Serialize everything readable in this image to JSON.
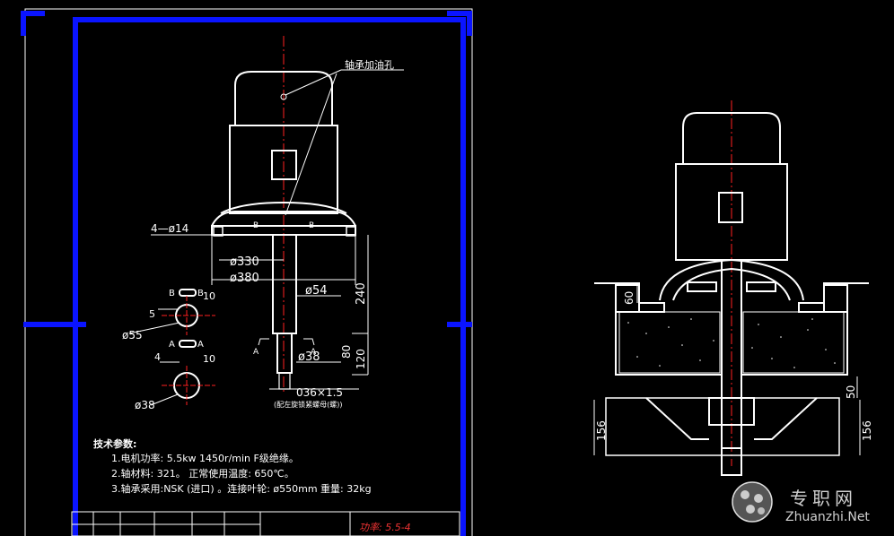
{
  "drawing": {
    "annotations": {
      "oil_hole": "轴承加油孔",
      "bolt_holes": "4—ø14",
      "d330": "ø330",
      "d380": "ø380",
      "d54": "ø54",
      "d38_shaft": "ø38",
      "thread": "036×1.5",
      "thread_note": "(配左旋锁紧螺母(螺))",
      "len_240": "240",
      "len_80": "80",
      "len_120": "120",
      "dim_10": "10",
      "dim_5": "5",
      "dim_4": "4",
      "d55": "ø55",
      "d38_section": "ø38",
      "sec_b": "B",
      "sec_a": "A",
      "arrow_a": "A",
      "flange_b": "B"
    },
    "side_view": {
      "dim_60": "60",
      "dim_50": "50",
      "dim_156_left": "156",
      "dim_156_right": "156"
    },
    "tech_params": {
      "title": "技术参数:",
      "line1": "1.电机功率: 5.5kw   1450r/min  F级绝缘。",
      "line2": "2.轴材料: 321。  正常使用温度: 650℃。",
      "line3": "3.轴承采用:NSK (进口) 。连接叶轮: ø550mm  重量: 32kg"
    },
    "title_block": {
      "stamp": "功率: 5.5-4"
    },
    "colors": {
      "frame_blue": "#0a14ff",
      "centerline_red": "#ff2020",
      "line_white": "#ffffff"
    }
  },
  "watermark": {
    "site_cn": "专职网",
    "site_en": "Zhuanzhi.Net"
  }
}
